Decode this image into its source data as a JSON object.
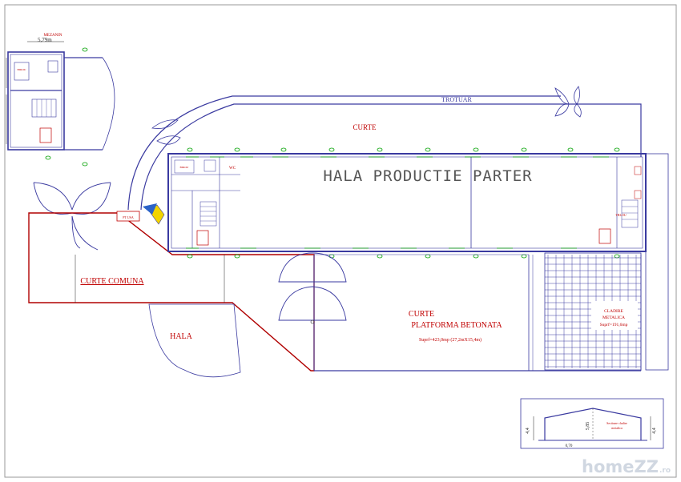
{
  "labels": {
    "mezanin": "MEZANIN",
    "mezanin_width": "5,79m",
    "curte": "CURTE",
    "trotuar": "TROTUAR",
    "hala_productie": "HALA PRODUCTIE PARTER",
    "curte_comuna": "CURTE COMUNA",
    "hala": "HALA",
    "curte_platforma_line1": "CURTE",
    "curte_platforma_line2": "PLATFORMA BETONATA",
    "platforma_area": "Suprf=423,0mp (27,2mX15,4m)",
    "cladire_line1": "CLADIRE",
    "cladire_line2": "METALICA",
    "cladire_area": "Suprf=191,6mp",
    "pt_usa": "PT USA",
    "wc": "WC",
    "tablou": "TBLOU",
    "birou": "BIROU",
    "sectiune_line1": "Sectiune cladire",
    "sectiune_line2": "metalica"
  },
  "dimensions": {
    "left_44": "4,4",
    "right_44": "4,4",
    "section_height": "5,85",
    "section_bottom": "0,70"
  },
  "watermark": {
    "main": "homeZZ",
    "suffix": ".ro"
  },
  "colors": {
    "wall": "#3a3aa0",
    "boundary": "#b00000",
    "label_red": "#c00000",
    "marker_green": "#00a000",
    "line_black": "#222222"
  }
}
